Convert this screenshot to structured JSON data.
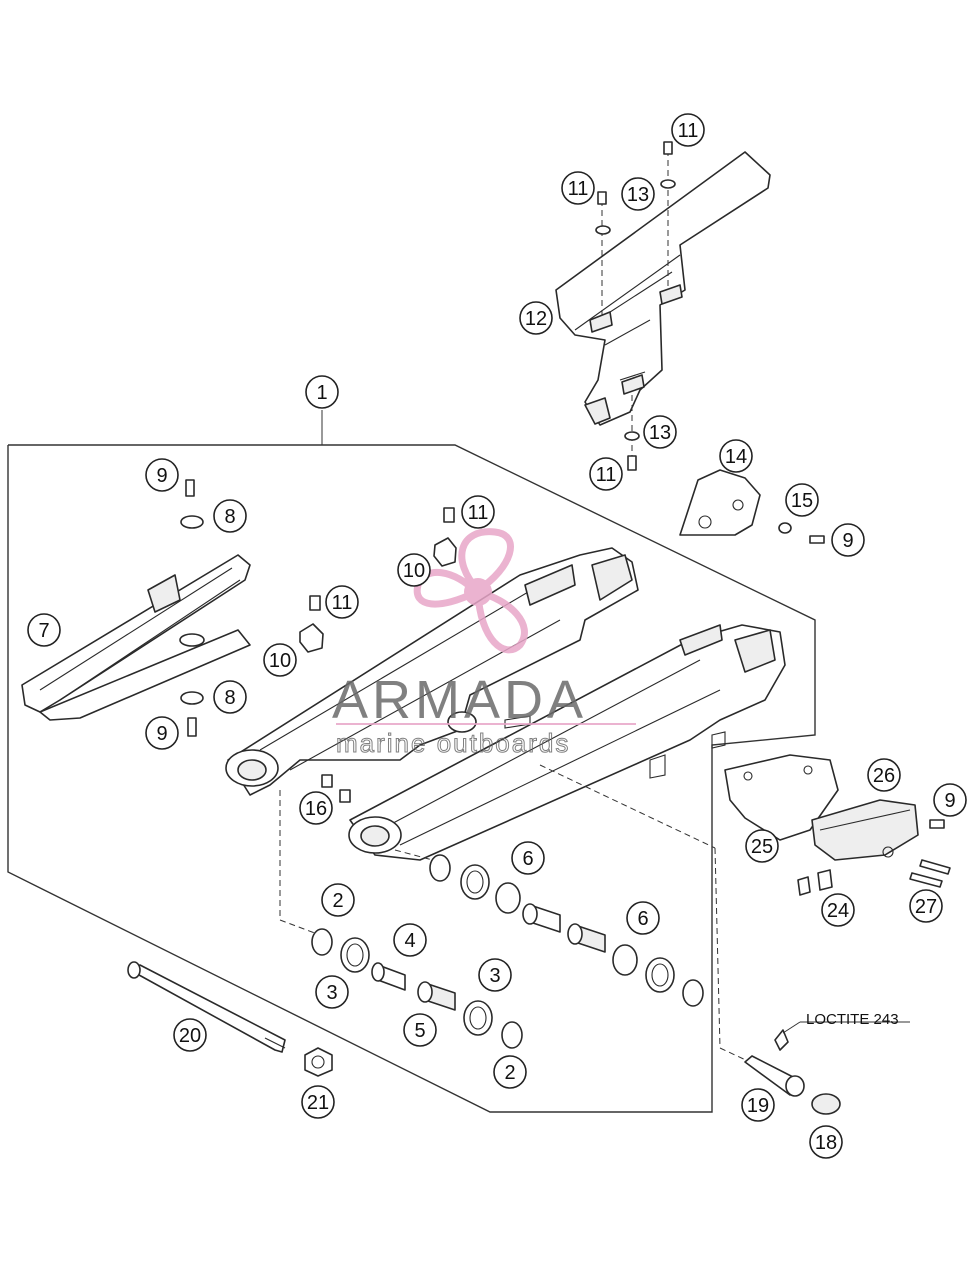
{
  "watermark": {
    "title": "ARMADA",
    "subtitle": "marine outboards",
    "accent_color": "#e8a6c8"
  },
  "note": {
    "loctite": "LOCTITE 243"
  },
  "callouts": [
    {
      "id": "c1",
      "label": "1"
    },
    {
      "id": "c2a",
      "label": "2"
    },
    {
      "id": "c2b",
      "label": "2"
    },
    {
      "id": "c3a",
      "label": "3"
    },
    {
      "id": "c3b",
      "label": "3"
    },
    {
      "id": "c4",
      "label": "4"
    },
    {
      "id": "c5",
      "label": "5"
    },
    {
      "id": "c6a",
      "label": "6"
    },
    {
      "id": "c6b",
      "label": "6"
    },
    {
      "id": "c7",
      "label": "7"
    },
    {
      "id": "c8a",
      "label": "8"
    },
    {
      "id": "c8b",
      "label": "8"
    },
    {
      "id": "c9a",
      "label": "9"
    },
    {
      "id": "c9b",
      "label": "9"
    },
    {
      "id": "c9c",
      "label": "9"
    },
    {
      "id": "c9d",
      "label": "9"
    },
    {
      "id": "c10a",
      "label": "10"
    },
    {
      "id": "c10b",
      "label": "10"
    },
    {
      "id": "c11a",
      "label": "11"
    },
    {
      "id": "c11b",
      "label": "11"
    },
    {
      "id": "c11c",
      "label": "11"
    },
    {
      "id": "c11d",
      "label": "11"
    },
    {
      "id": "c11e",
      "label": "11"
    },
    {
      "id": "c12",
      "label": "12"
    },
    {
      "id": "c13a",
      "label": "13"
    },
    {
      "id": "c13b",
      "label": "13"
    },
    {
      "id": "c14",
      "label": "14"
    },
    {
      "id": "c15",
      "label": "15"
    },
    {
      "id": "c16",
      "label": "16"
    },
    {
      "id": "c18",
      "label": "18"
    },
    {
      "id": "c19",
      "label": "19"
    },
    {
      "id": "c20",
      "label": "20"
    },
    {
      "id": "c21",
      "label": "21"
    },
    {
      "id": "c24",
      "label": "24"
    },
    {
      "id": "c25",
      "label": "25"
    },
    {
      "id": "c26",
      "label": "26"
    },
    {
      "id": "c27",
      "label": "27"
    }
  ]
}
